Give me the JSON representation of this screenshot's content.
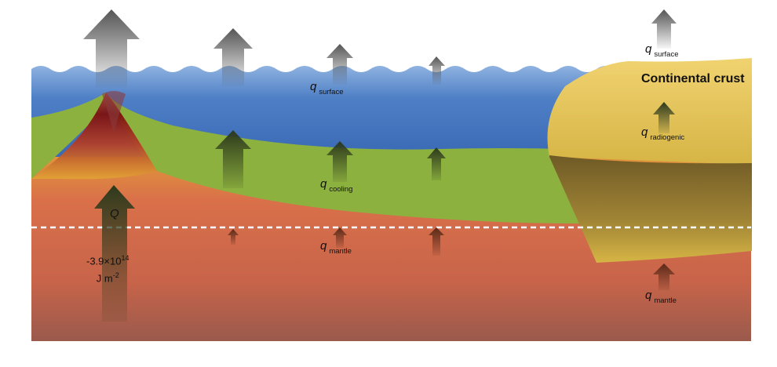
{
  "labels": {
    "continental_crust": "Continental crust",
    "q": "q",
    "sub_surface": "surface",
    "sub_cooling": "cooling",
    "sub_mantle": "mantle",
    "sub_radiogenic": "radiogenic",
    "big_Q": "Q",
    "q_value_mantissa": "-3.9×10",
    "q_value_exponent": "14",
    "q_value_unit": "J m",
    "q_value_unit_exponent": "-2"
  },
  "colors": {
    "ocean": "#4a7fc6",
    "lithosphere": "#8db13f",
    "mantle": "#d9704a",
    "ridge_hot": "#7b1010",
    "continent": "#e7c75a",
    "continent_dark": "#8c7430",
    "arrow_dark": "#4a4a4a"
  }
}
